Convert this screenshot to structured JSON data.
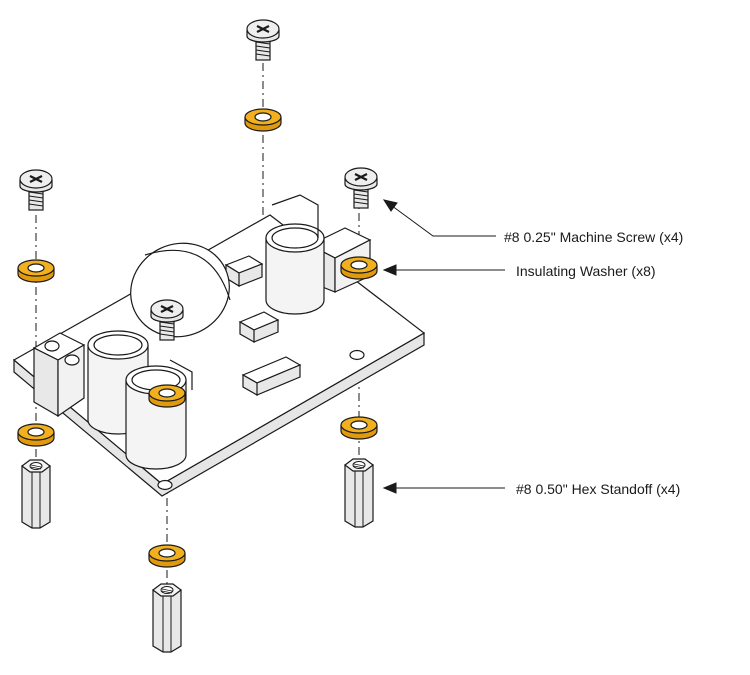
{
  "labels": {
    "machine_screw": "#8 0.25\" Machine Screw (x4)",
    "insulating_washer": "Insulating Washer (x8)",
    "hex_standoff": "#8 0.50\" Hex Standoff (x4)"
  },
  "colors": {
    "washer": "#f2b01e",
    "washer_edge": "#c98a00",
    "outline": "#1a1a1a",
    "metal": "#e8e8e8",
    "background": "#ffffff"
  },
  "icons": {
    "screw": "phillips-pan-head-screw-icon",
    "washer": "washer-icon",
    "standoff": "hex-standoff-icon"
  }
}
